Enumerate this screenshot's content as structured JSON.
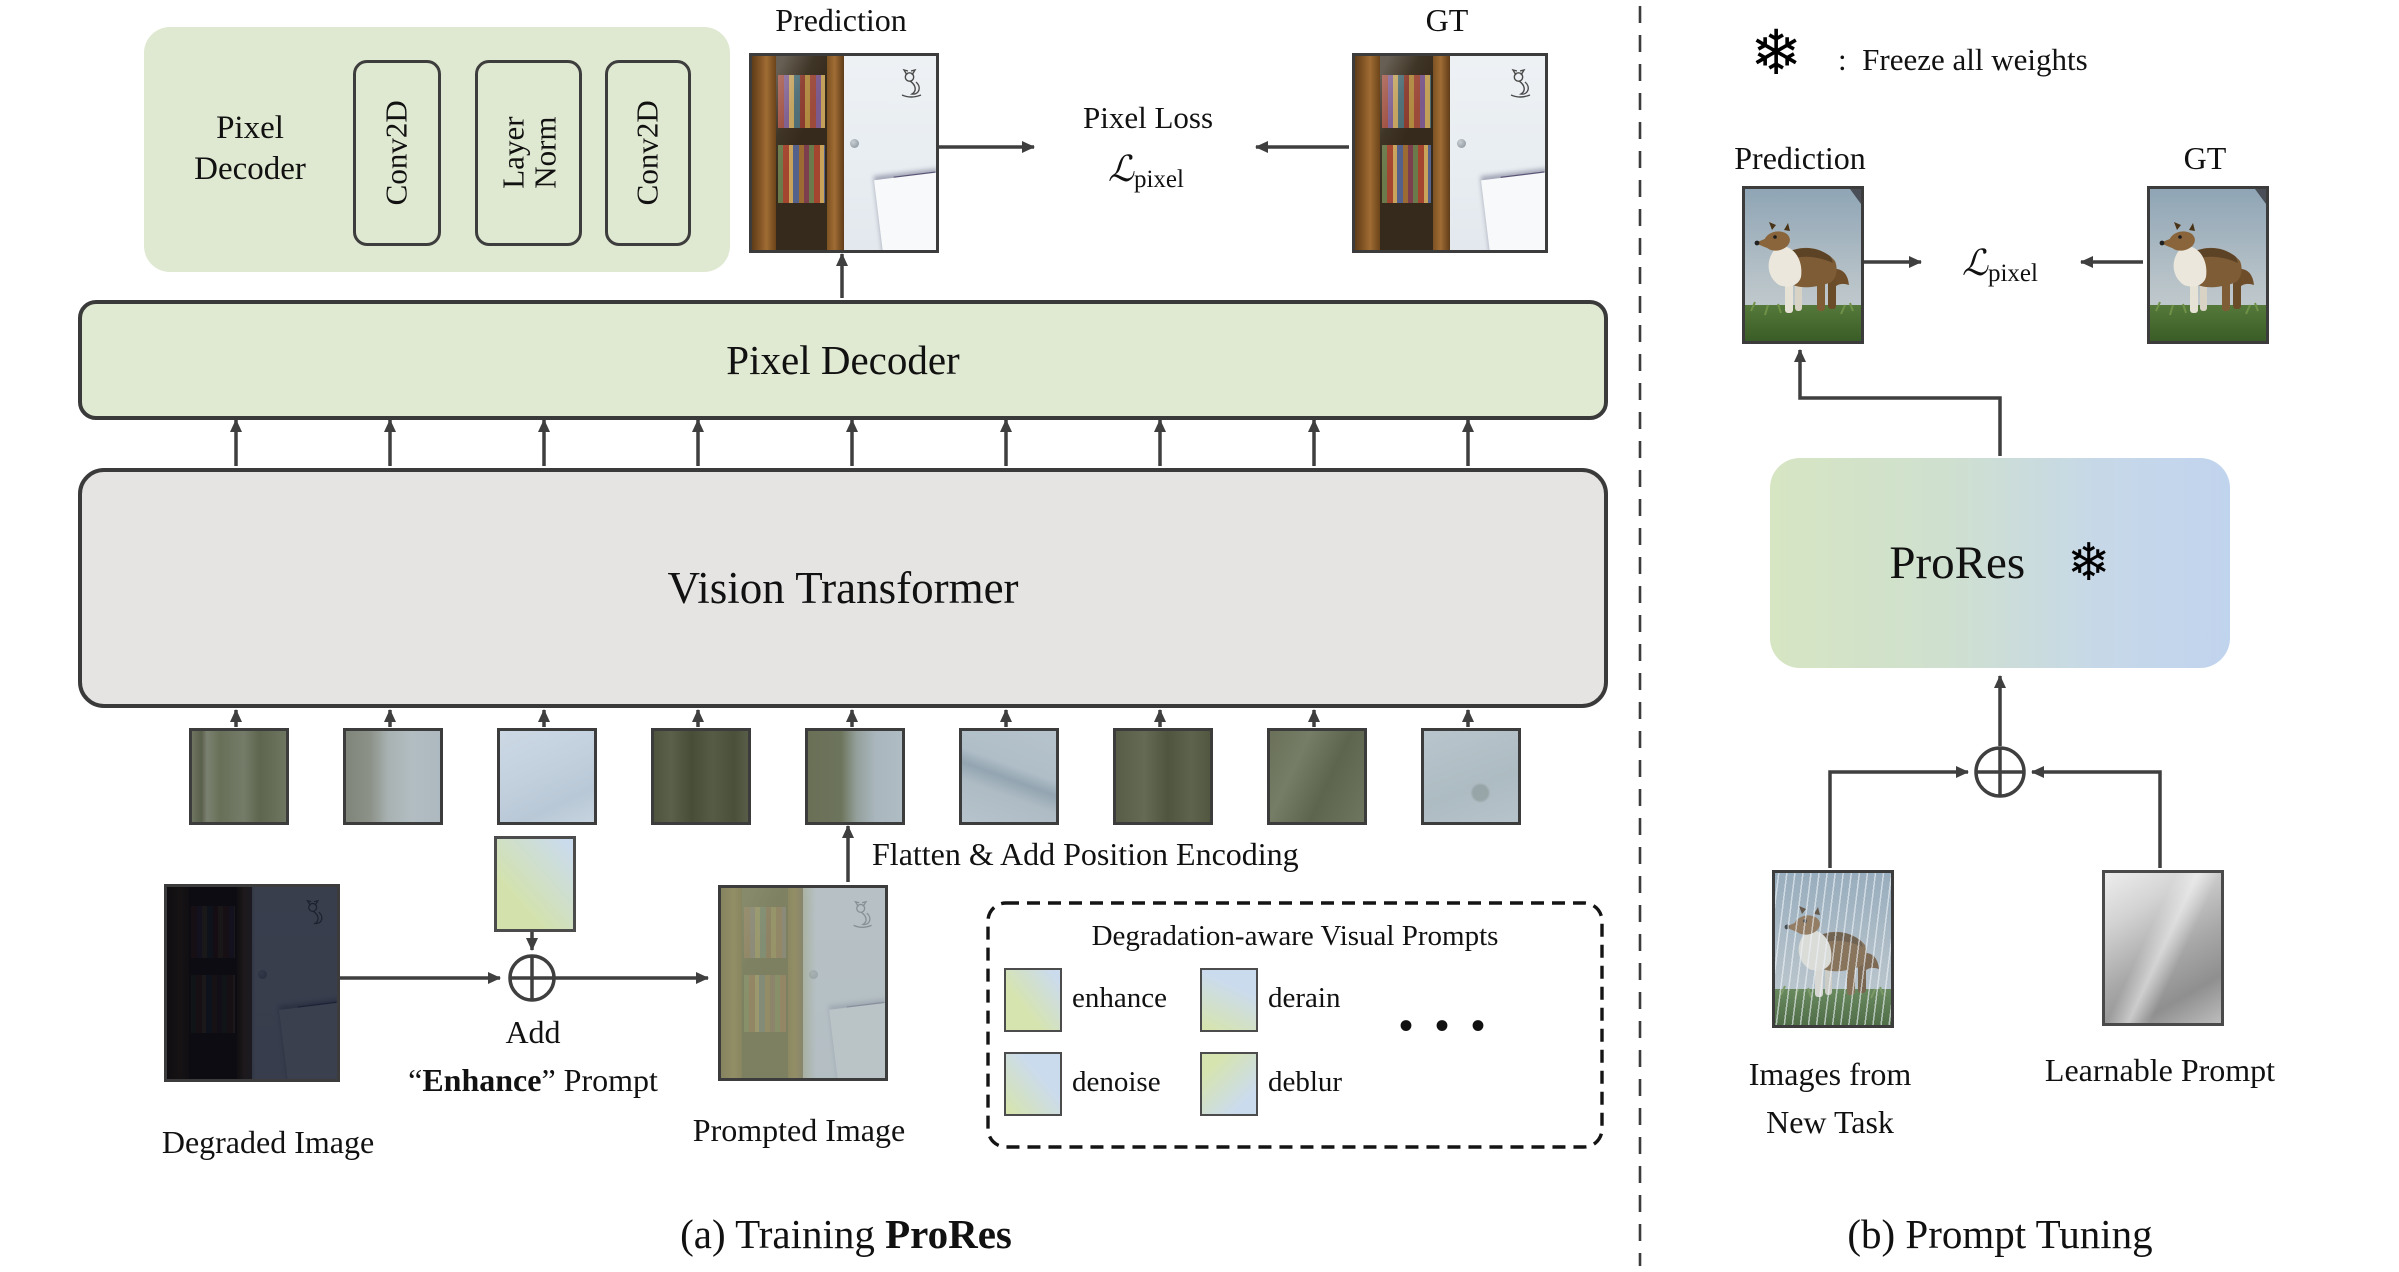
{
  "colors": {
    "sage": "#dfe8d0",
    "vit_gray": "#e6e4e3",
    "prores_green": "#d6e5c2",
    "prores_blue": "#c1d4ee",
    "wire": "#3f3f3f"
  },
  "panel_a": {
    "decoder_detail": {
      "title_line1": "Pixel",
      "title_line2": "Decoder",
      "block1": "Conv2D",
      "block2": "Layer Norm",
      "block3": "Conv2D"
    },
    "prediction_label": "Prediction",
    "gt_label": "GT",
    "loss_title": "Pixel Loss",
    "loss_symbol": "ℒ",
    "loss_subscript": "pixel",
    "decoder_bar_label": "Pixel Decoder",
    "vit_bar_label": "Vision Transformer",
    "flatten_label": "Flatten & Add Position Encoding",
    "degraded_label": "Degraded Image",
    "add_label_line1": "Add",
    "add_quote_open": "“",
    "add_bold": "Enhance",
    "add_quote_close": "”",
    "add_rest": " Prompt",
    "prompted_label": "Prompted Image",
    "prompt_box_title": "Degradation-aware Visual Prompts",
    "prompt_items": [
      {
        "label": "enhance",
        "variant": "chip-enhance"
      },
      {
        "label": "derain",
        "variant": "chip-derain"
      },
      {
        "label": "denoise",
        "variant": "chip-denoise"
      },
      {
        "label": "deblur",
        "variant": "chip-deblur"
      }
    ],
    "prompt_ellipsis": "• • •",
    "patch_variants": [
      "pv1",
      "pv2",
      "pv3",
      "pv4",
      "pv5",
      "pv6",
      "pv7",
      "pv8",
      "pv9"
    ],
    "caption_prefix": "(a) Training ",
    "caption_bold": "ProRes"
  },
  "panel_b": {
    "legend_snowflake": "❄",
    "legend_separator": ":",
    "legend_text": "Freeze all weights",
    "prediction_label": "Prediction",
    "gt_label": "GT",
    "loss_symbol": "ℒ",
    "loss_subscript": "pixel",
    "prores_label": "ProRes",
    "prores_snowflake": "❄",
    "images_label_line1": "Images from",
    "images_label_line2": "New Task",
    "learnable_label": "Learnable Prompt",
    "caption": "(b) Prompt Tuning"
  }
}
